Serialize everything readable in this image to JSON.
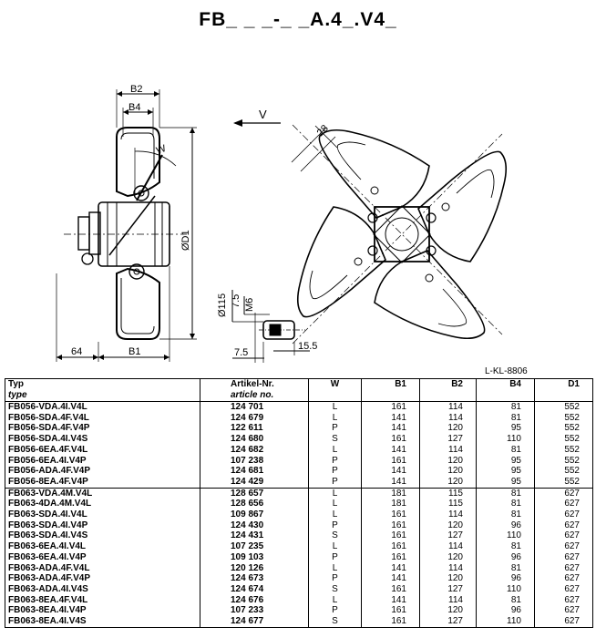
{
  "title": "FB_ _ _-_ _A.4_.V4_",
  "drawing": {
    "labels": {
      "b2": "B2",
      "b4": "B4",
      "w": "W",
      "v": "V",
      "d1": "ØD1",
      "d115": "Ø115",
      "m6": "M6",
      "d7_5_vert": "7.5",
      "d64": "64",
      "b1": "B1",
      "d7_5": "7.5",
      "d15_5": "15.5",
      "d28": "28"
    },
    "reference": "L-KL-8806"
  },
  "table": {
    "headers": {
      "typ": "Typ",
      "typ_en": "type",
      "artikel": "Artikel-Nr.",
      "artikel_en": "article no.",
      "w": "W",
      "b1": "B1",
      "b2": "B2",
      "b4": "B4",
      "d1": "D1"
    },
    "groups": [
      [
        [
          "FB056-VDA.4I.V4L",
          "124 701",
          "L",
          "161",
          "114",
          "81",
          "552"
        ],
        [
          "FB056-SDA.4F.V4L",
          "124 679",
          "L",
          "141",
          "114",
          "81",
          "552"
        ],
        [
          "FB056-SDA.4F.V4P",
          "122 611",
          "P",
          "141",
          "120",
          "95",
          "552"
        ],
        [
          "FB056-SDA.4I.V4S",
          "124 680",
          "S",
          "161",
          "127",
          "110",
          "552"
        ],
        [
          "FB056-6EA.4F.V4L",
          "124 682",
          "L",
          "141",
          "114",
          "81",
          "552"
        ],
        [
          "FB056-6EA.4I.V4P",
          "107 238",
          "P",
          "161",
          "120",
          "95",
          "552"
        ],
        [
          "FB056-ADA.4F.V4P",
          "124 681",
          "P",
          "141",
          "120",
          "95",
          "552"
        ],
        [
          "FB056-8EA.4F.V4P",
          "124 429",
          "P",
          "141",
          "120",
          "95",
          "552"
        ]
      ],
      [
        [
          "FB063-VDA.4M.V4L",
          "128 657",
          "L",
          "181",
          "115",
          "81",
          "627"
        ],
        [
          "FB063-4DA.4M.V4L",
          "128 656",
          "L",
          "181",
          "115",
          "81",
          "627"
        ],
        [
          "FB063-SDA.4I.V4L",
          "109 867",
          "L",
          "161",
          "114",
          "81",
          "627"
        ],
        [
          "FB063-SDA.4I.V4P",
          "124 430",
          "P",
          "161",
          "120",
          "96",
          "627"
        ],
        [
          "FB063-SDA.4I.V4S",
          "124 431",
          "S",
          "161",
          "127",
          "110",
          "627"
        ],
        [
          "FB063-6EA.4I.V4L",
          "107 235",
          "L",
          "161",
          "114",
          "81",
          "627"
        ],
        [
          "FB063-6EA.4I.V4P",
          "109 103",
          "P",
          "161",
          "120",
          "96",
          "627"
        ],
        [
          "FB063-ADA.4F.V4L",
          "120 126",
          "L",
          "141",
          "114",
          "81",
          "627"
        ],
        [
          "FB063-ADA.4F.V4P",
          "124 673",
          "P",
          "141",
          "120",
          "96",
          "627"
        ],
        [
          "FB063-ADA.4I.V4S",
          "124 674",
          "S",
          "161",
          "127",
          "110",
          "627"
        ],
        [
          "FB063-8EA.4F.V4L",
          "124 676",
          "L",
          "141",
          "114",
          "81",
          "627"
        ],
        [
          "FB063-8EA.4I.V4P",
          "107 233",
          "P",
          "161",
          "120",
          "96",
          "627"
        ],
        [
          "FB063-8EA.4I.V4S",
          "124 677",
          "S",
          "161",
          "127",
          "110",
          "627"
        ]
      ]
    ]
  }
}
